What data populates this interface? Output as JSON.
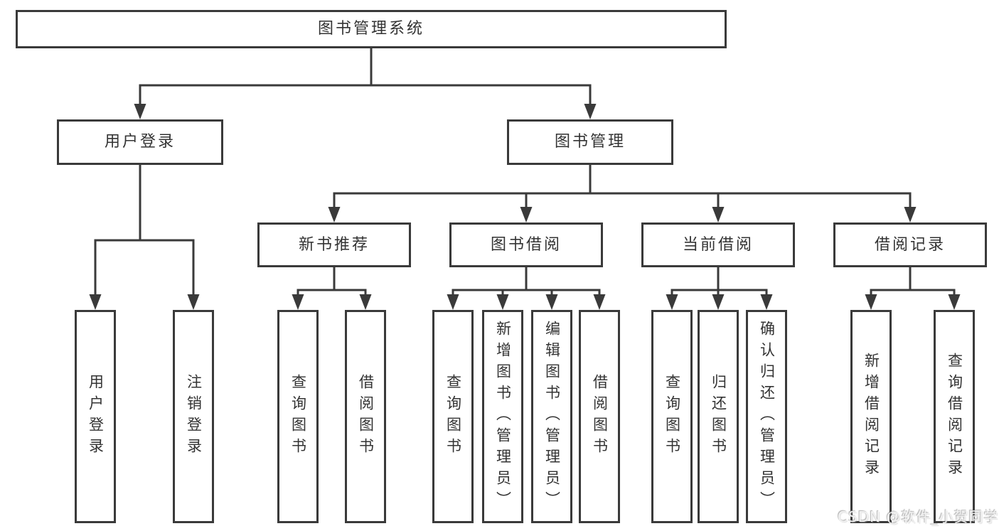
{
  "title": "图书管理系统",
  "colors": {
    "border": "#3a3a3a",
    "line": "#3a3a3a",
    "text": "#333333",
    "background": "#ffffff",
    "watermark": "#f2f2f2"
  },
  "tree": {
    "root": {
      "label": "图书管理系统",
      "children": [
        {
          "label": "用户登录",
          "children": [
            {
              "label": "用户登录"
            },
            {
              "label": "注销登录"
            }
          ]
        },
        {
          "label": "图书管理",
          "children": [
            {
              "label": "新书推荐",
              "children": [
                {
                  "label": "查询图书"
                },
                {
                  "label": "借阅图书"
                }
              ]
            },
            {
              "label": "图书借阅",
              "children": [
                {
                  "label": "查询图书"
                },
                {
                  "label": "新增图书（管理员）"
                },
                {
                  "label": "编辑图书（管理员）"
                },
                {
                  "label": "借阅图书"
                }
              ]
            },
            {
              "label": "当前借阅",
              "children": [
                {
                  "label": "查询图书"
                },
                {
                  "label": "归还图书"
                },
                {
                  "label": "确认归还（管理员）"
                }
              ]
            },
            {
              "label": "借阅记录",
              "children": [
                {
                  "label": "新增借阅记录"
                },
                {
                  "label": "查询借阅记录"
                }
              ]
            }
          ]
        }
      ]
    }
  },
  "watermark": {
    "text": "CSDN @软件_小贺同学"
  }
}
